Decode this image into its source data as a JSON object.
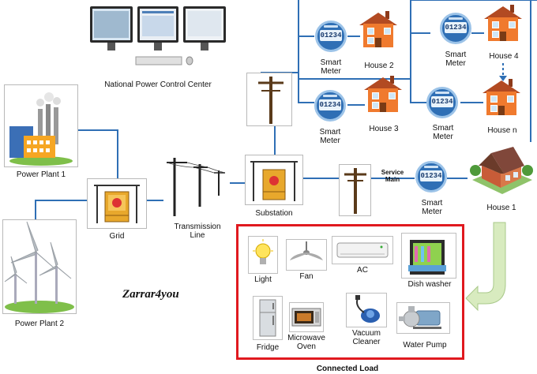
{
  "control_center": {
    "label": "National Power Control Center"
  },
  "power_plant_1": {
    "label": "Power Plant 1"
  },
  "power_plant_2": {
    "label": "Power Plant 2"
  },
  "grid": {
    "label": "Grid"
  },
  "transmission": {
    "label": "Transmission\nLine"
  },
  "substation": {
    "label": "Substation"
  },
  "service_main": {
    "label": "Service\nMain"
  },
  "meter_reading": "01234",
  "meters": [
    {
      "label": "Smart\nMeter"
    },
    {
      "label": "Smart\nMeter"
    },
    {
      "label": "Smart\nMeter"
    },
    {
      "label": "Smart\nMeter"
    },
    {
      "label": "Smart\nMeter"
    }
  ],
  "houses": [
    {
      "label": "House 2"
    },
    {
      "label": "House 3"
    },
    {
      "label": "House 4"
    },
    {
      "label": "House n"
    },
    {
      "label": "House 1"
    }
  ],
  "loads": [
    {
      "label": "Light",
      "icon": "light-bulb-icon"
    },
    {
      "label": "Fan",
      "icon": "fan-icon"
    },
    {
      "label": "AC",
      "icon": "air-conditioner-icon"
    },
    {
      "label": "Dish washer",
      "icon": "dishwasher-icon"
    },
    {
      "label": "Fridge",
      "icon": "fridge-icon"
    },
    {
      "label": "Microwave\nOven",
      "icon": "microwave-icon"
    },
    {
      "label": "Vacuum\nCleaner",
      "icon": "vacuum-cleaner-icon"
    },
    {
      "label": "Water Pump",
      "icon": "water-pump-icon"
    }
  ],
  "connected_load": {
    "title": "Connected Load"
  },
  "watermark": "Zarrar4you",
  "colors": {
    "wire": "#2f6fb5",
    "frame": "#e0191f",
    "arrow": "#cfe3b0"
  }
}
